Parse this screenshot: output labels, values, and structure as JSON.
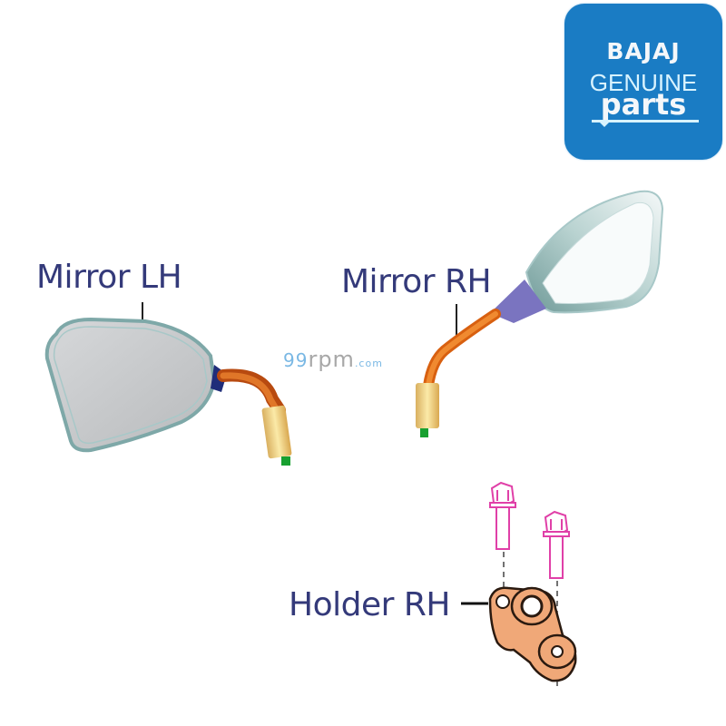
{
  "logo": {
    "brand": "BAJAJ",
    "line1": "GENUINE",
    "line2": "parts",
    "background_color": "#1a7cc4"
  },
  "watermark": {
    "prefix": "99",
    "main": "rpm",
    "suffix": ".com"
  },
  "labels": {
    "mirror_lh": "Mirror LH",
    "mirror_rh": "Mirror RH",
    "holder_rh": "Holder RH"
  },
  "colors": {
    "label_text": "#343a7a",
    "mirror_glass": "#c4c6c8",
    "stem": "#e0701a",
    "sleeve": "#f2d489",
    "bolt": "#e040a8",
    "holder": "#f0a878"
  }
}
